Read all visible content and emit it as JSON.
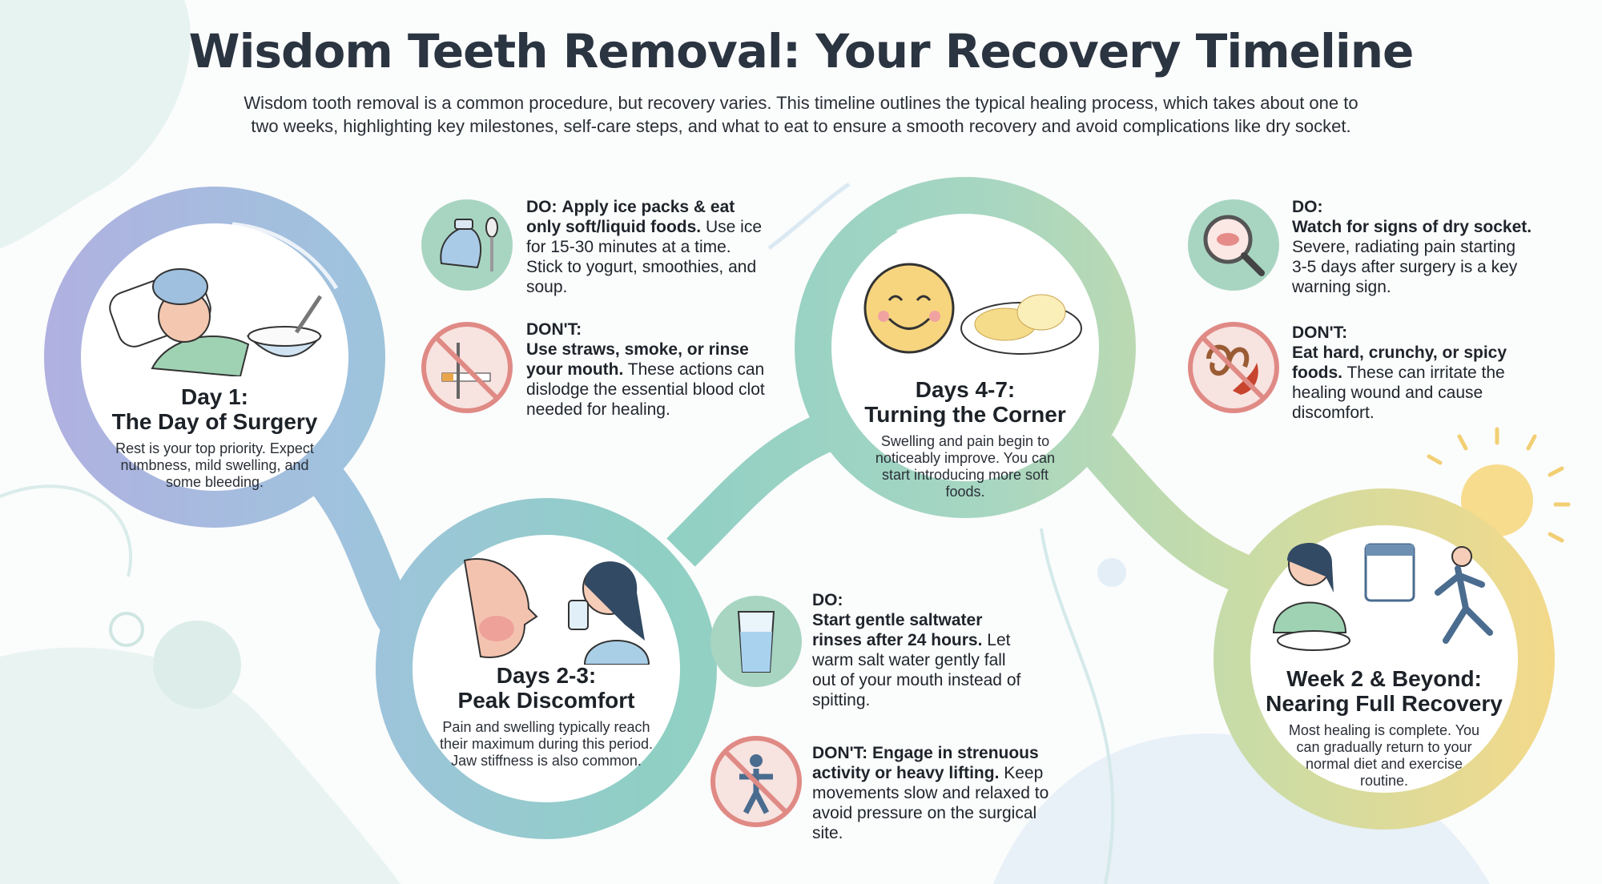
{
  "title": "Wisdom Teeth Removal: Your Recovery Timeline",
  "subtitle": "Wisdom tooth removal is a common procedure, but recovery varies. This timeline outlines the typical healing process, which takes about one to two weeks, highlighting key milestones, self-care steps, and what to eat to ensure a smooth recovery and avoid complications like dry socket.",
  "colors": {
    "ring_start": "#aeb2e0",
    "ring_mid": "#8fcfc4",
    "ring_end": "#f3d98a",
    "do_bg": "#a8d5c2",
    "dont_ring": "#e08a85"
  },
  "stages": [
    {
      "line1": "Day 1:",
      "line2": "The Day of Surgery",
      "desc": "Rest is your top priority. Expect numbness, mild swelling, and some bleeding.",
      "icon": "patient-ice-pack-icon"
    },
    {
      "line1": "Days 2-3:",
      "line2": "Peak Discomfort",
      "desc": "Pain and swelling typically reach their maximum during this period. Jaw stiffness is also common.",
      "icon": "swollen-face-icon"
    },
    {
      "line1": "Days 4-7:",
      "line2": "Turning the Corner",
      "desc": "Swelling and pain begin to noticeably improve. You can start introducing more soft foods.",
      "icon": "smiley-soft-food-icon"
    },
    {
      "line1": "Week 2 & Beyond:",
      "line2": "Nearing Full Recovery",
      "desc": "Most healing is complete. You can gradually return to your normal diet and exercise routine.",
      "icon": "eating-running-icon"
    }
  ],
  "tips": [
    {
      "label": "DO:",
      "lead": "Apply ice packs & eat only soft/liquid foods.",
      "body": "Use ice for 15-30 minutes at a time. Stick to yogurt, smoothies, and soup.",
      "icon": "ice-pack-spoon-icon"
    },
    {
      "label": "DON'T:",
      "lead": "Use straws, smoke, or rinse your mouth.",
      "body": "These actions can dislodge the essential blood clot needed for healing.",
      "icon": "no-straw-smoking-icon"
    },
    {
      "label": "DO:",
      "lead": "Start gentle saltwater rinses after 24 hours.",
      "body": "Let warm salt water gently fall out of your mouth instead of spitting.",
      "icon": "glass-water-icon"
    },
    {
      "label": "DON'T:",
      "lead": "Engage in strenuous activity or heavy lifting.",
      "body": "Keep movements slow and relaxed to avoid pressure on the surgical site.",
      "icon": "no-lifting-icon"
    },
    {
      "label": "DO:",
      "lead": "Watch for signs of dry socket.",
      "body": "Severe, radiating pain starting 3-5 days after surgery is a key warning sign.",
      "icon": "magnifier-mouth-icon"
    },
    {
      "label": "DON'T:",
      "lead": "Eat hard, crunchy, or spicy foods.",
      "body": "These can irritate the healing wound and cause discomfort.",
      "icon": "no-pretzel-pepper-icon"
    }
  ]
}
